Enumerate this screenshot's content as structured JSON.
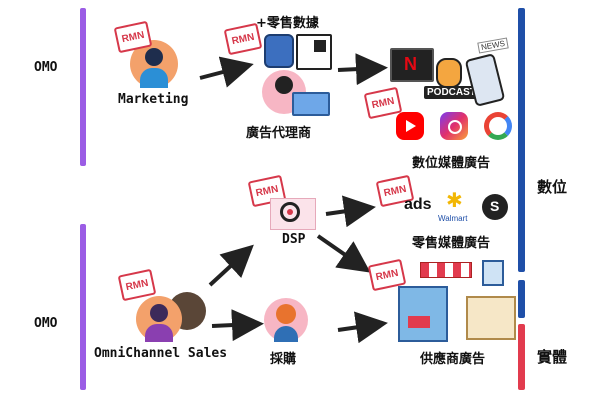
{
  "left_labels": {
    "omo_top": "OMO",
    "omo_bottom": "OMO"
  },
  "right_labels": {
    "digital": "數位",
    "physical": "實體"
  },
  "badge_text": "RMN",
  "nodes": {
    "marketing": "Marketing",
    "retail_data": "+零售數據",
    "ad_agency": "廣告代理商",
    "digital_media_ads": "數位媒體廣告",
    "dsp": "DSP",
    "retail_media_ads": "零售媒體廣告",
    "omnichannel_sales": "OmniChannel Sales",
    "procurement": "採購",
    "supplier_ads": "供應商廣告"
  },
  "media_logos": {
    "news": "NEWS",
    "podcast": "PODCAST",
    "netflix": "N",
    "amazon": "ads",
    "walmart": "Walmart"
  },
  "colors": {
    "left_bar": "#9b5de5",
    "right_blue": "#1f4fa8",
    "right_red": "#e23b4e",
    "badge": "#d6384a",
    "avatar_orange": "#f3a16b",
    "avatar_pink": "#f7b6c4"
  }
}
